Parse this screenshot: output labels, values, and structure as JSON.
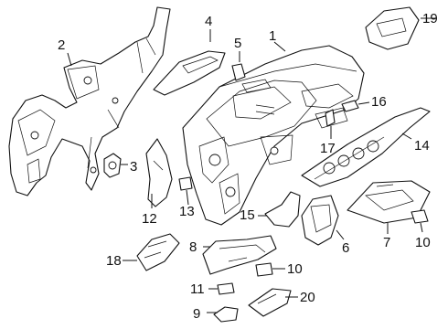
{
  "callouts": {
    "c1": "1",
    "c2": "2",
    "c3": "3",
    "c4": "4",
    "c5": "5",
    "c6": "6",
    "c7": "7",
    "c8": "8",
    "c9": "9",
    "c10a": "10",
    "c10b": "10",
    "c11": "11",
    "c12": "12",
    "c13": "13",
    "c14": "14",
    "c15": "15",
    "c16": "16",
    "c17": "17",
    "c18": "18",
    "c19": "19",
    "c20": "20"
  }
}
